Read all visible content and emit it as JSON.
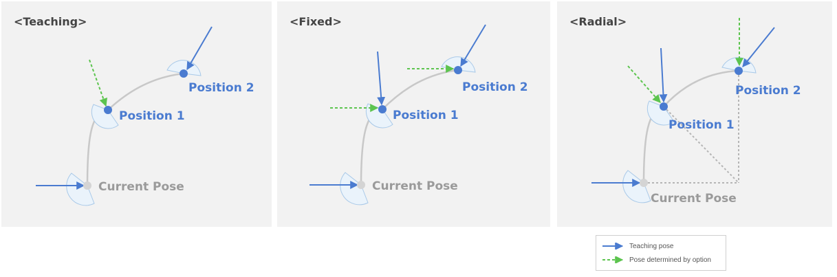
{
  "panels": [
    {
      "title": "<Teaching>",
      "labels": {
        "current": "Current Pose",
        "position1": "Position 1",
        "position2": "Position 2"
      }
    },
    {
      "title": "<Fixed>",
      "labels": {
        "current": "Current Pose",
        "position1": "Position 1",
        "position2": "Position 2"
      }
    },
    {
      "title": "<Radial>",
      "labels": {
        "current": "Current Pose",
        "position1": "Position 1",
        "position2": "Position 2"
      }
    }
  ],
  "legend": {
    "teaching": "Teaching pose",
    "option": "Pose determined by option"
  },
  "colors": {
    "teaching": "#4a7bd0",
    "option": "#5cc44e",
    "path": "#c8c8c8",
    "current_point": "#d4d4d4",
    "panel_bg": "#f2f2f2"
  }
}
